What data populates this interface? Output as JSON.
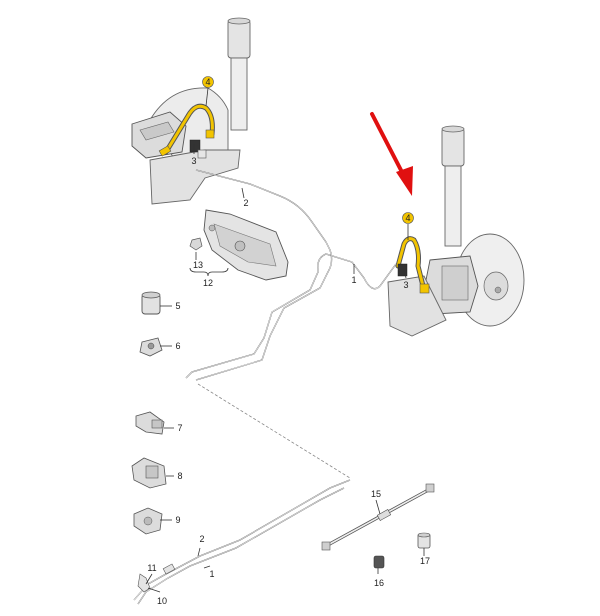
{
  "colors": {
    "highlight": "#f2c400",
    "arrow": "#e01010",
    "part_fill": "#e6e6e6",
    "part_dark": "#bdbdbd"
  },
  "callouts": {
    "c1a": "1",
    "c1b": "1",
    "c2a": "2",
    "c2b": "2",
    "c3a": "3",
    "c3b": "3",
    "c4a": "4",
    "c4b": "4",
    "c5": "5",
    "c6": "6",
    "c7": "7",
    "c8": "8",
    "c9": "9",
    "c10": "10",
    "c11": "11",
    "c12": "12",
    "c13": "13",
    "c15": "15",
    "c16": "16",
    "c17": "17"
  }
}
